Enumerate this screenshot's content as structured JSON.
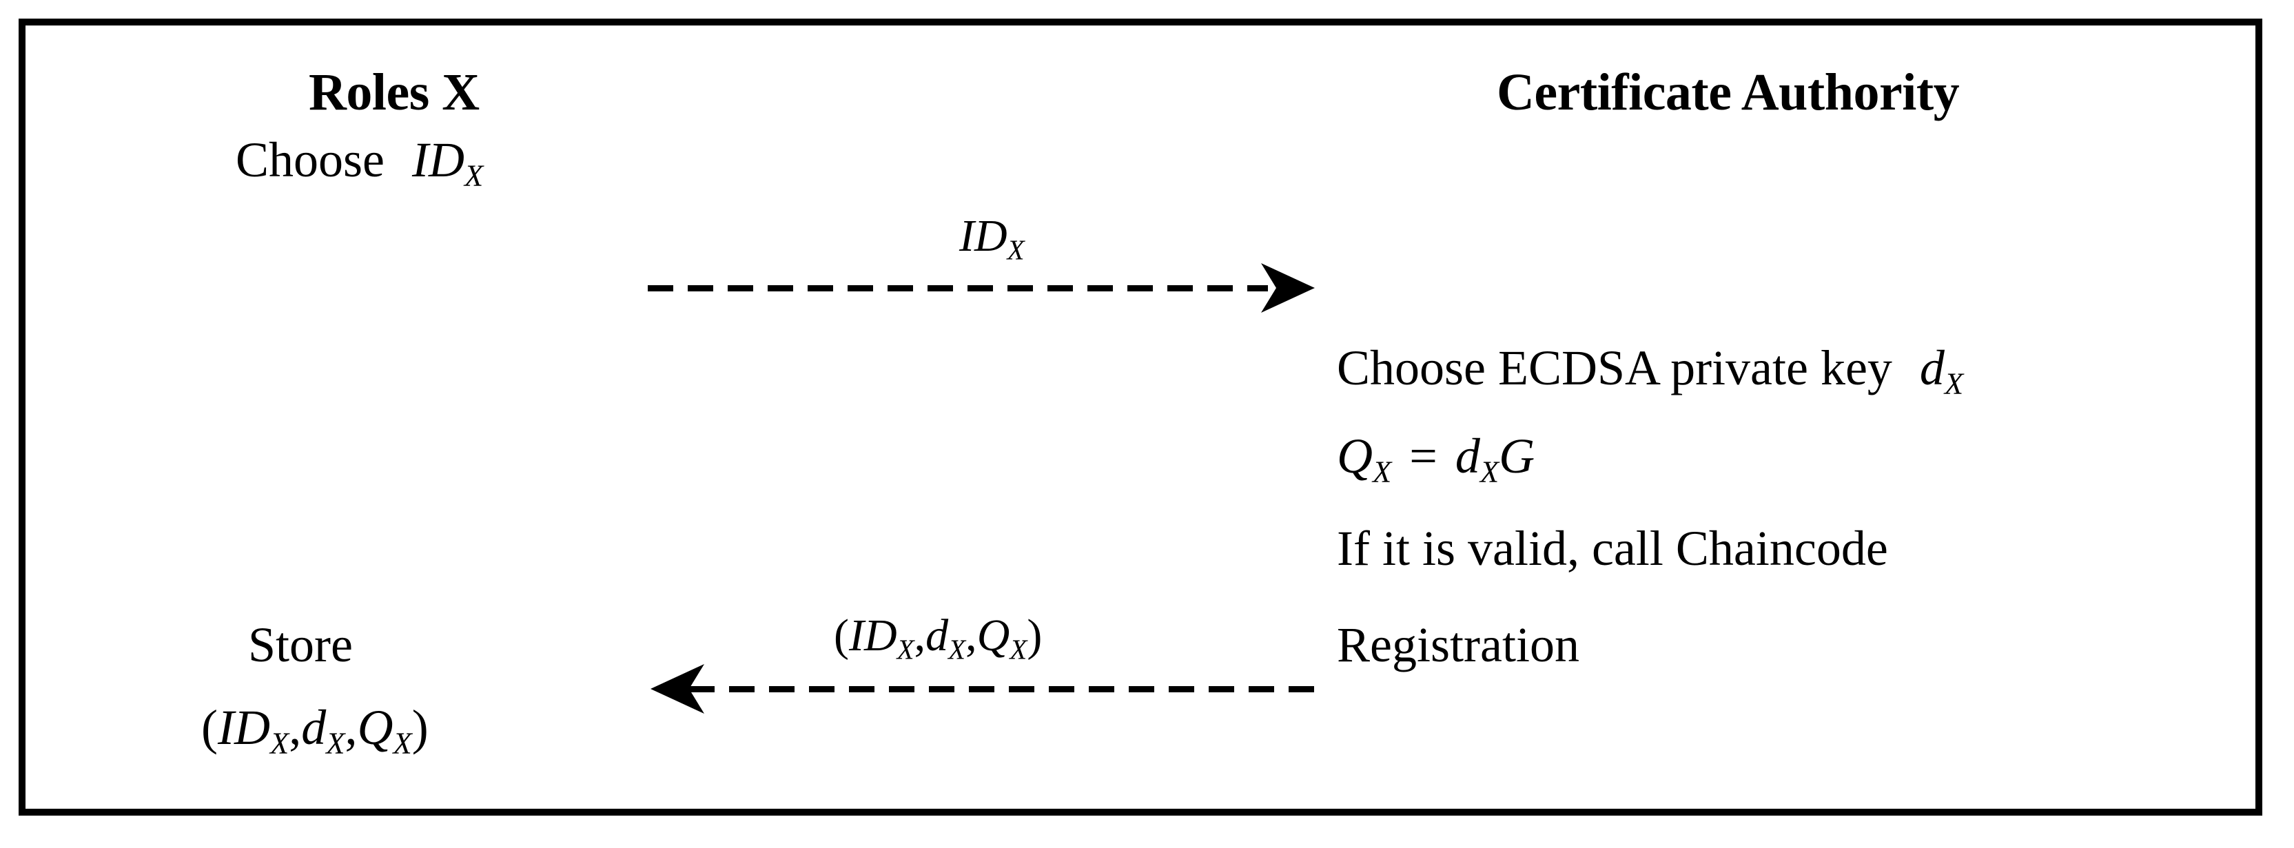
{
  "figure": {
    "type": "sequence-diagram",
    "title": "Certificate Authority registration message flow",
    "frame_color": "#000000",
    "background_color": "#ffffff"
  },
  "lanes": {
    "left": {
      "title": "Roles X",
      "lines": [
        {
          "id": "choose-id",
          "text_plain": "Choose   ID",
          "prefix": "Choose",
          "symbol": "ID",
          "subscript": "X"
        },
        {
          "id": "store",
          "text_plain": "Store"
        },
        {
          "id": "store-tuple",
          "text_plain": "(ID_X , d_X , Q_X )",
          "symbols": [
            "ID",
            "d",
            "Q"
          ],
          "subscript": "X"
        }
      ]
    },
    "right": {
      "title": "Certificate Authority",
      "lines": [
        {
          "id": "choose-private-key",
          "text_plain": "Choose ECDSA private key   d_X",
          "prefix": "Choose ECDSA private key",
          "symbol": "d",
          "subscript": "X"
        },
        {
          "id": "public-key-eq",
          "text_plain": "Q_X = d_X G",
          "lhs": "Q",
          "rhs": "d",
          "generator": "G",
          "subscript": "X",
          "operator": "="
        },
        {
          "id": "if-valid",
          "text_plain": "If it is valid, call Chaincode"
        },
        {
          "id": "registration",
          "text_plain": "Registration"
        }
      ]
    }
  },
  "messages": [
    {
      "id": "msg-request",
      "direction": "left-to-right",
      "label_plain": "ID_X",
      "symbol": "ID",
      "subscript": "X",
      "line_style": "dashed",
      "arrowhead": "solid-concave"
    },
    {
      "id": "msg-response",
      "direction": "right-to-left",
      "label_plain": "(ID_X , d_X , Q_X )",
      "symbols": [
        "ID",
        "d",
        "Q"
      ],
      "subscript": "X",
      "line_style": "dashed",
      "arrowhead": "solid-concave"
    }
  ],
  "strings": {
    "choose": "Choose",
    "store": "Store",
    "choose_ecdsa_private_key": "Choose ECDSA private key",
    "if_it_is_valid_call_chaincode": "If it is valid, call Chaincode",
    "registration": "Registration",
    "id_symbol": "ID",
    "d_symbol": "d",
    "q_symbol": "Q",
    "g_symbol": "G",
    "subscript_x": "X",
    "equals": "=",
    "comma": ",",
    "paren_open": "(",
    "paren_close": ")"
  }
}
